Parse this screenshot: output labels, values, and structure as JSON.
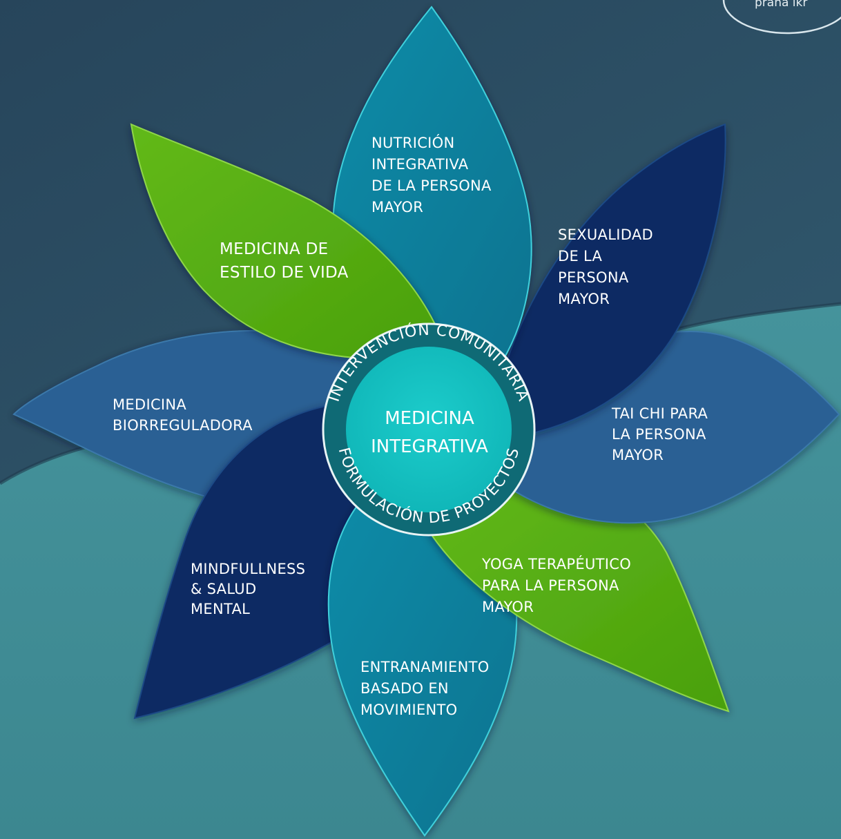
{
  "colors": {
    "bg_top": "#2a4b61",
    "bg_bottom": "#3f8a94",
    "teal_petal": "#0e85a0",
    "teal_petal_edge": "#3fd0dc",
    "navy_petal": "#0b2c63",
    "steel_petal": "#2b6194",
    "green_petal": "#54ad12",
    "center_fill": "#13c2c2",
    "center_ring": "#0f6a75"
  },
  "petals": [
    {
      "id": "nutricion",
      "color": "teal_petal",
      "lines": [
        "NUTRICIÓN",
        "INTEGRATIVA",
        "DE LA PERSONA",
        "MAYOR"
      ]
    },
    {
      "id": "sexualidad",
      "color": "navy_petal",
      "lines": [
        "SEXUALIDAD",
        "DE LA",
        "PERSONA",
        "MAYOR"
      ]
    },
    {
      "id": "taichi",
      "color": "steel_petal",
      "lines": [
        "TAI CHI PARA",
        "LA PERSONA",
        "MAYOR"
      ]
    },
    {
      "id": "yoga",
      "color": "green_petal",
      "lines": [
        "YOGA TERAPÉUTICO",
        "PARA LA PERSONA",
        "MAYOR"
      ]
    },
    {
      "id": "entrenamiento",
      "color": "teal_petal",
      "lines": [
        "ENTRANAMIENTO",
        "BASADO EN",
        "MOVIMIENTO"
      ]
    },
    {
      "id": "mindfullness",
      "color": "navy_petal",
      "lines": [
        "MINDFULLNESS",
        "& SALUD",
        "MENTAL"
      ]
    },
    {
      "id": "biorreguladora",
      "color": "steel_petal",
      "lines": [
        "MEDICINA",
        "BIORREGULADORA"
      ]
    },
    {
      "id": "estilo",
      "color": "green_petal",
      "lines": [
        "MEDICINA DE",
        "ESTILO DE VIDA"
      ]
    }
  ],
  "center": {
    "title_line1": "MEDICINA",
    "title_line2": "INTEGRATIVA",
    "ring_top": "INTERVENCIÓN COMUNITARIA",
    "ring_bottom": "FORMULACIÓN DE PROYECTOS"
  },
  "logo_text": "prana ikr"
}
